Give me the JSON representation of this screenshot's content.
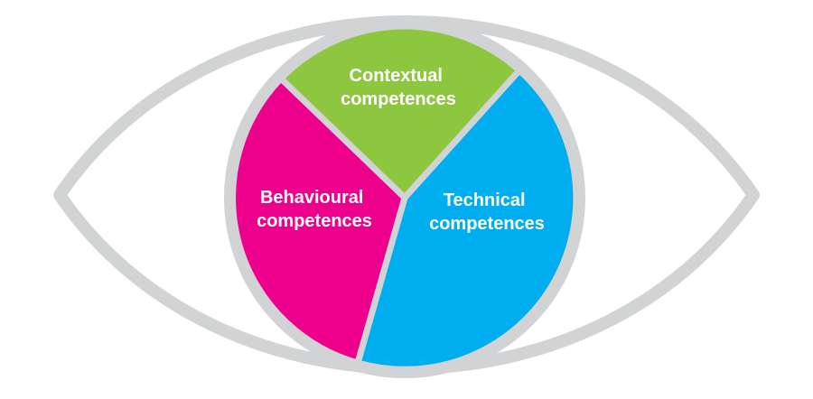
{
  "diagram": {
    "segments": [
      {
        "id": "contextual",
        "line1": "Contextual",
        "line2": "competences",
        "color": "#8dc63f"
      },
      {
        "id": "technical",
        "line1": "Technical",
        "line2": "competences",
        "color": "#00aeef"
      },
      {
        "id": "behavioural",
        "line1": "Behavioural",
        "line2": "competences",
        "color": "#ec008c"
      }
    ],
    "outline_color": "#d1d3d4"
  }
}
